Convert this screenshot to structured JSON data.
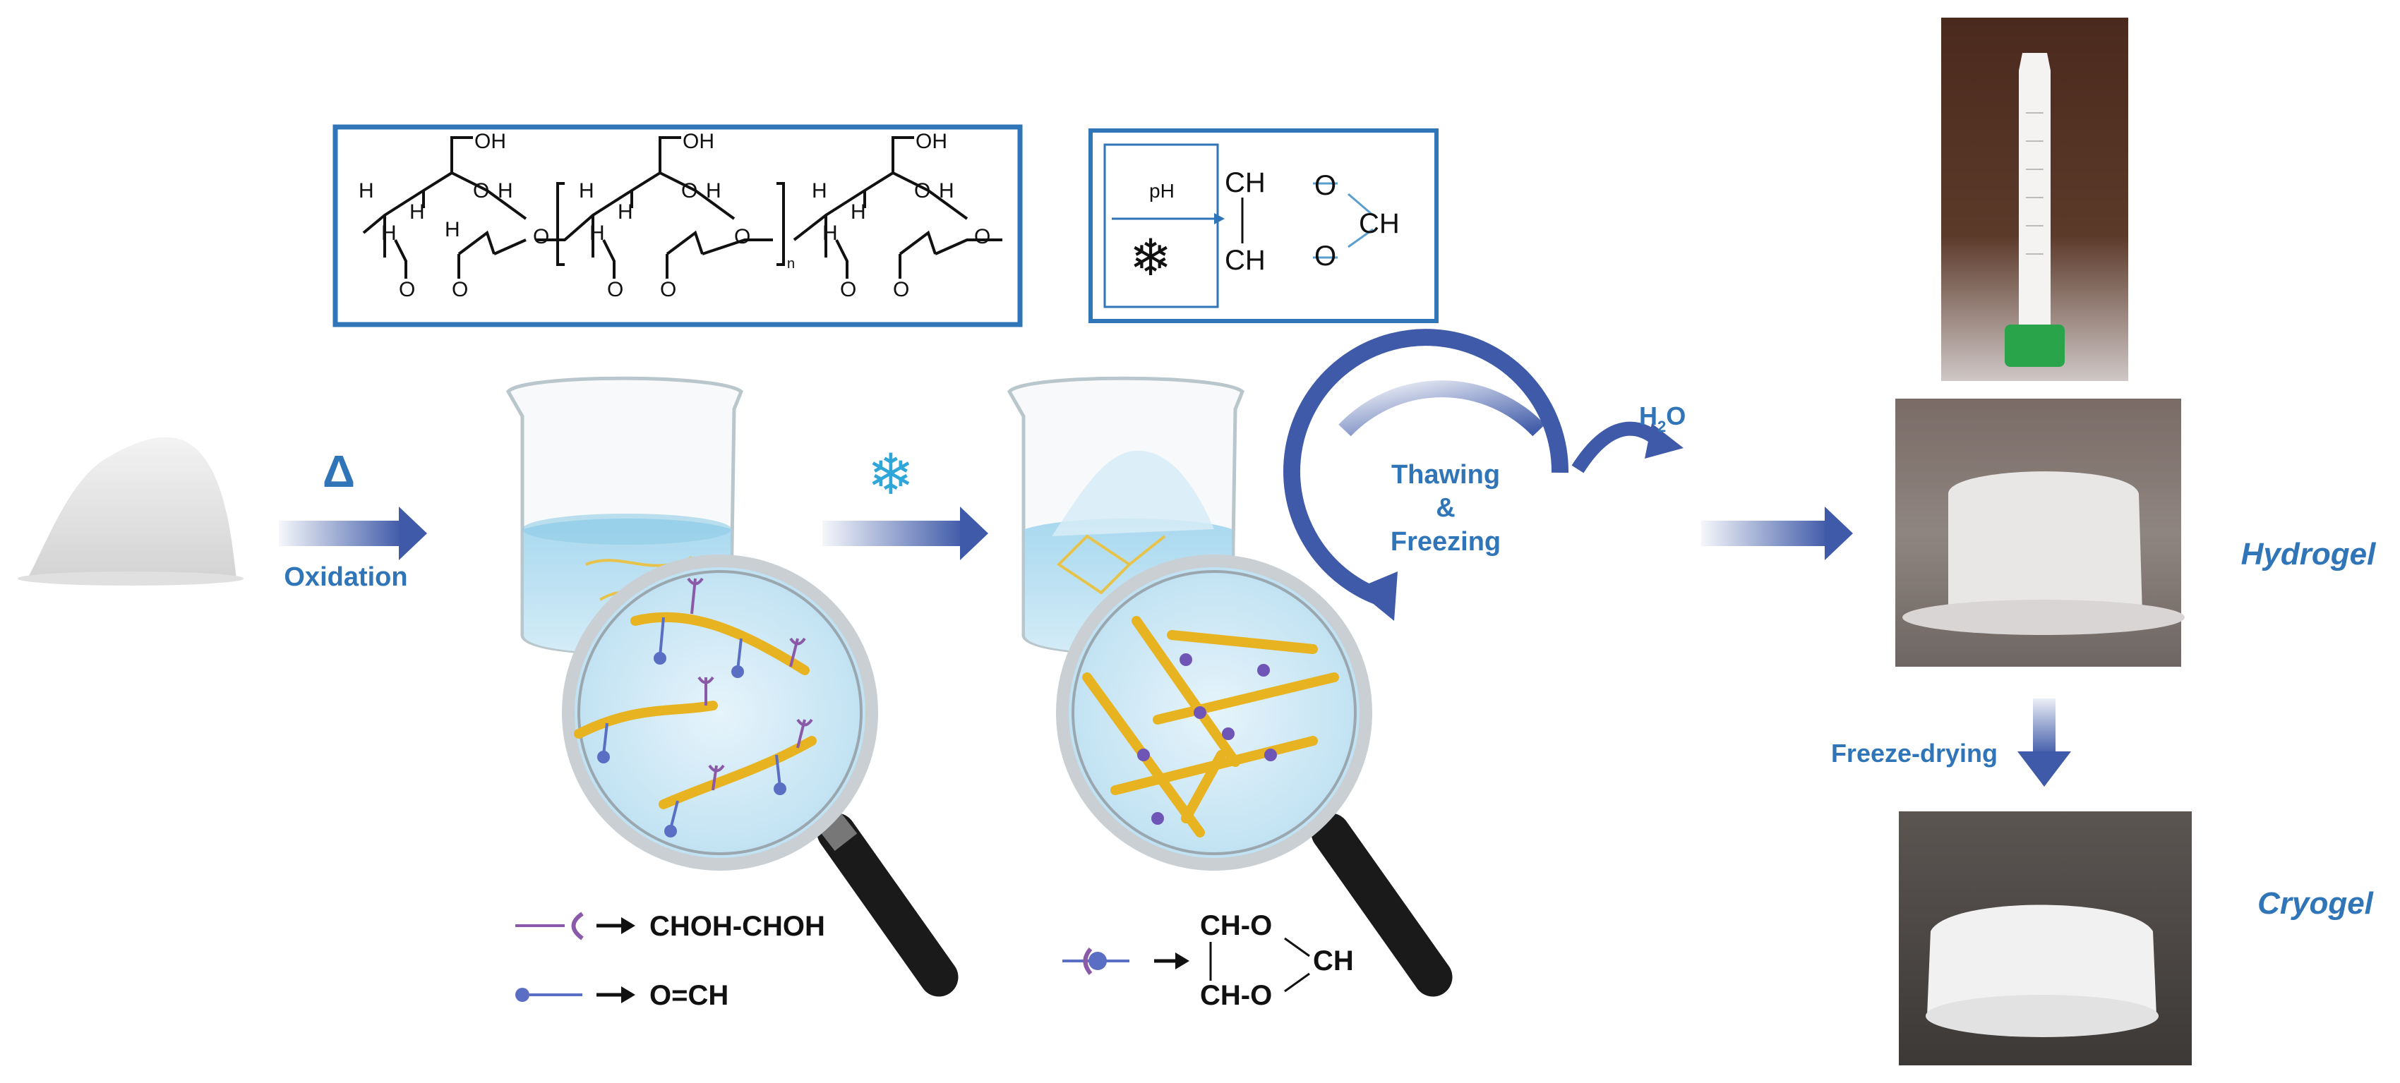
{
  "colors": {
    "accent_blue": "#2f75b8",
    "arrow_blue": "#3f5aa8",
    "fiber_yellow": "#e8b320",
    "aldehyde_purple": "#8a5aa8",
    "node_blue": "#5a6fc4",
    "water_blue": "#bfe3f5"
  },
  "steps": {
    "heat_symbol": "Δ",
    "oxidation_label": "Oxidation",
    "freeze_symbol": "❄",
    "cycle_line1": "Thawing",
    "cycle_line2": "&",
    "cycle_line3": "Freezing",
    "water_label": "H",
    "water_sub": "2",
    "water_o": "O",
    "freeze_drying_label": "Freeze-drying"
  },
  "results": {
    "hydrogel_label": "Hydrogel",
    "cryogel_label": "Cryogel"
  },
  "chem_box": {
    "oh": "OH",
    "h": "H",
    "o": "O",
    "n": "n"
  },
  "reaction_box": {
    "ph_label": "pH",
    "snow": "❄",
    "ch_top": "CH",
    "ch_bottom": "CH",
    "o_top": "O",
    "o_bottom": "O",
    "ch_right": "CH"
  },
  "legend": {
    "diol_formula": "CHOH-CHOH",
    "aldehyde_formula": "O=CH",
    "acetal_top": "CH-O",
    "acetal_bottom": "CH-O",
    "acetal_right": "CH"
  },
  "icons": [
    "powder-pile-icon",
    "beaker-icon",
    "magnifier-icon",
    "snowflake-icon",
    "cycle-arrow-icon",
    "tube-photo-icon",
    "hydrogel-photo-icon",
    "cryogel-photo-icon"
  ]
}
